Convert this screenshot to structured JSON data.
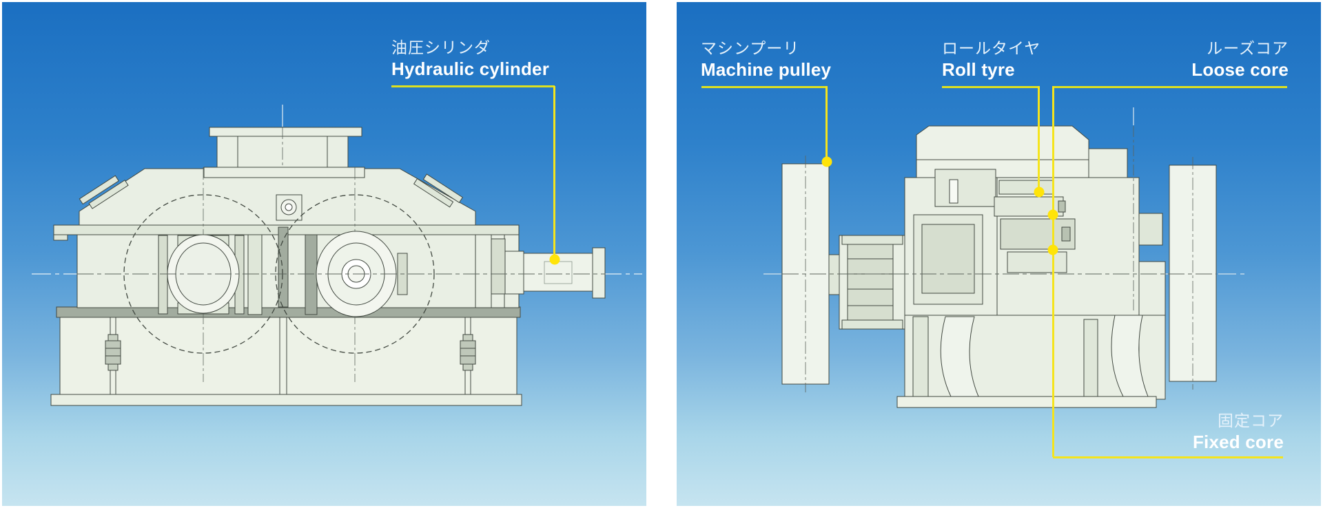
{
  "labels": {
    "hydraulic_cylinder": {
      "jp": "油圧シリンダ",
      "en": "Hydraulic cylinder"
    },
    "machine_pulley": {
      "jp": "マシンプーリ",
      "en": "Machine pulley"
    },
    "roll_tyre": {
      "jp": "ロールタイヤ",
      "en": "Roll tyre"
    },
    "loose_core": {
      "jp": "ルーズコア",
      "en": "Loose core"
    },
    "fixed_core": {
      "jp": "固定コア",
      "en": "Fixed core"
    }
  },
  "icons": {
    "callout_dot": "yellow-marker-dot"
  },
  "colors": {
    "callout_line": "#f5e41c",
    "callout_underline": "#dfe11f",
    "callout_dot": "#ffe408",
    "panel_gradient_top": "#1b6fc1",
    "panel_gradient_bottom": "#c6e4f0",
    "label_text_jp": "#e6f2fb",
    "label_text_en": "#ffffff",
    "drawing_fill": "#e9efe4",
    "drawing_stroke": "#414840"
  }
}
